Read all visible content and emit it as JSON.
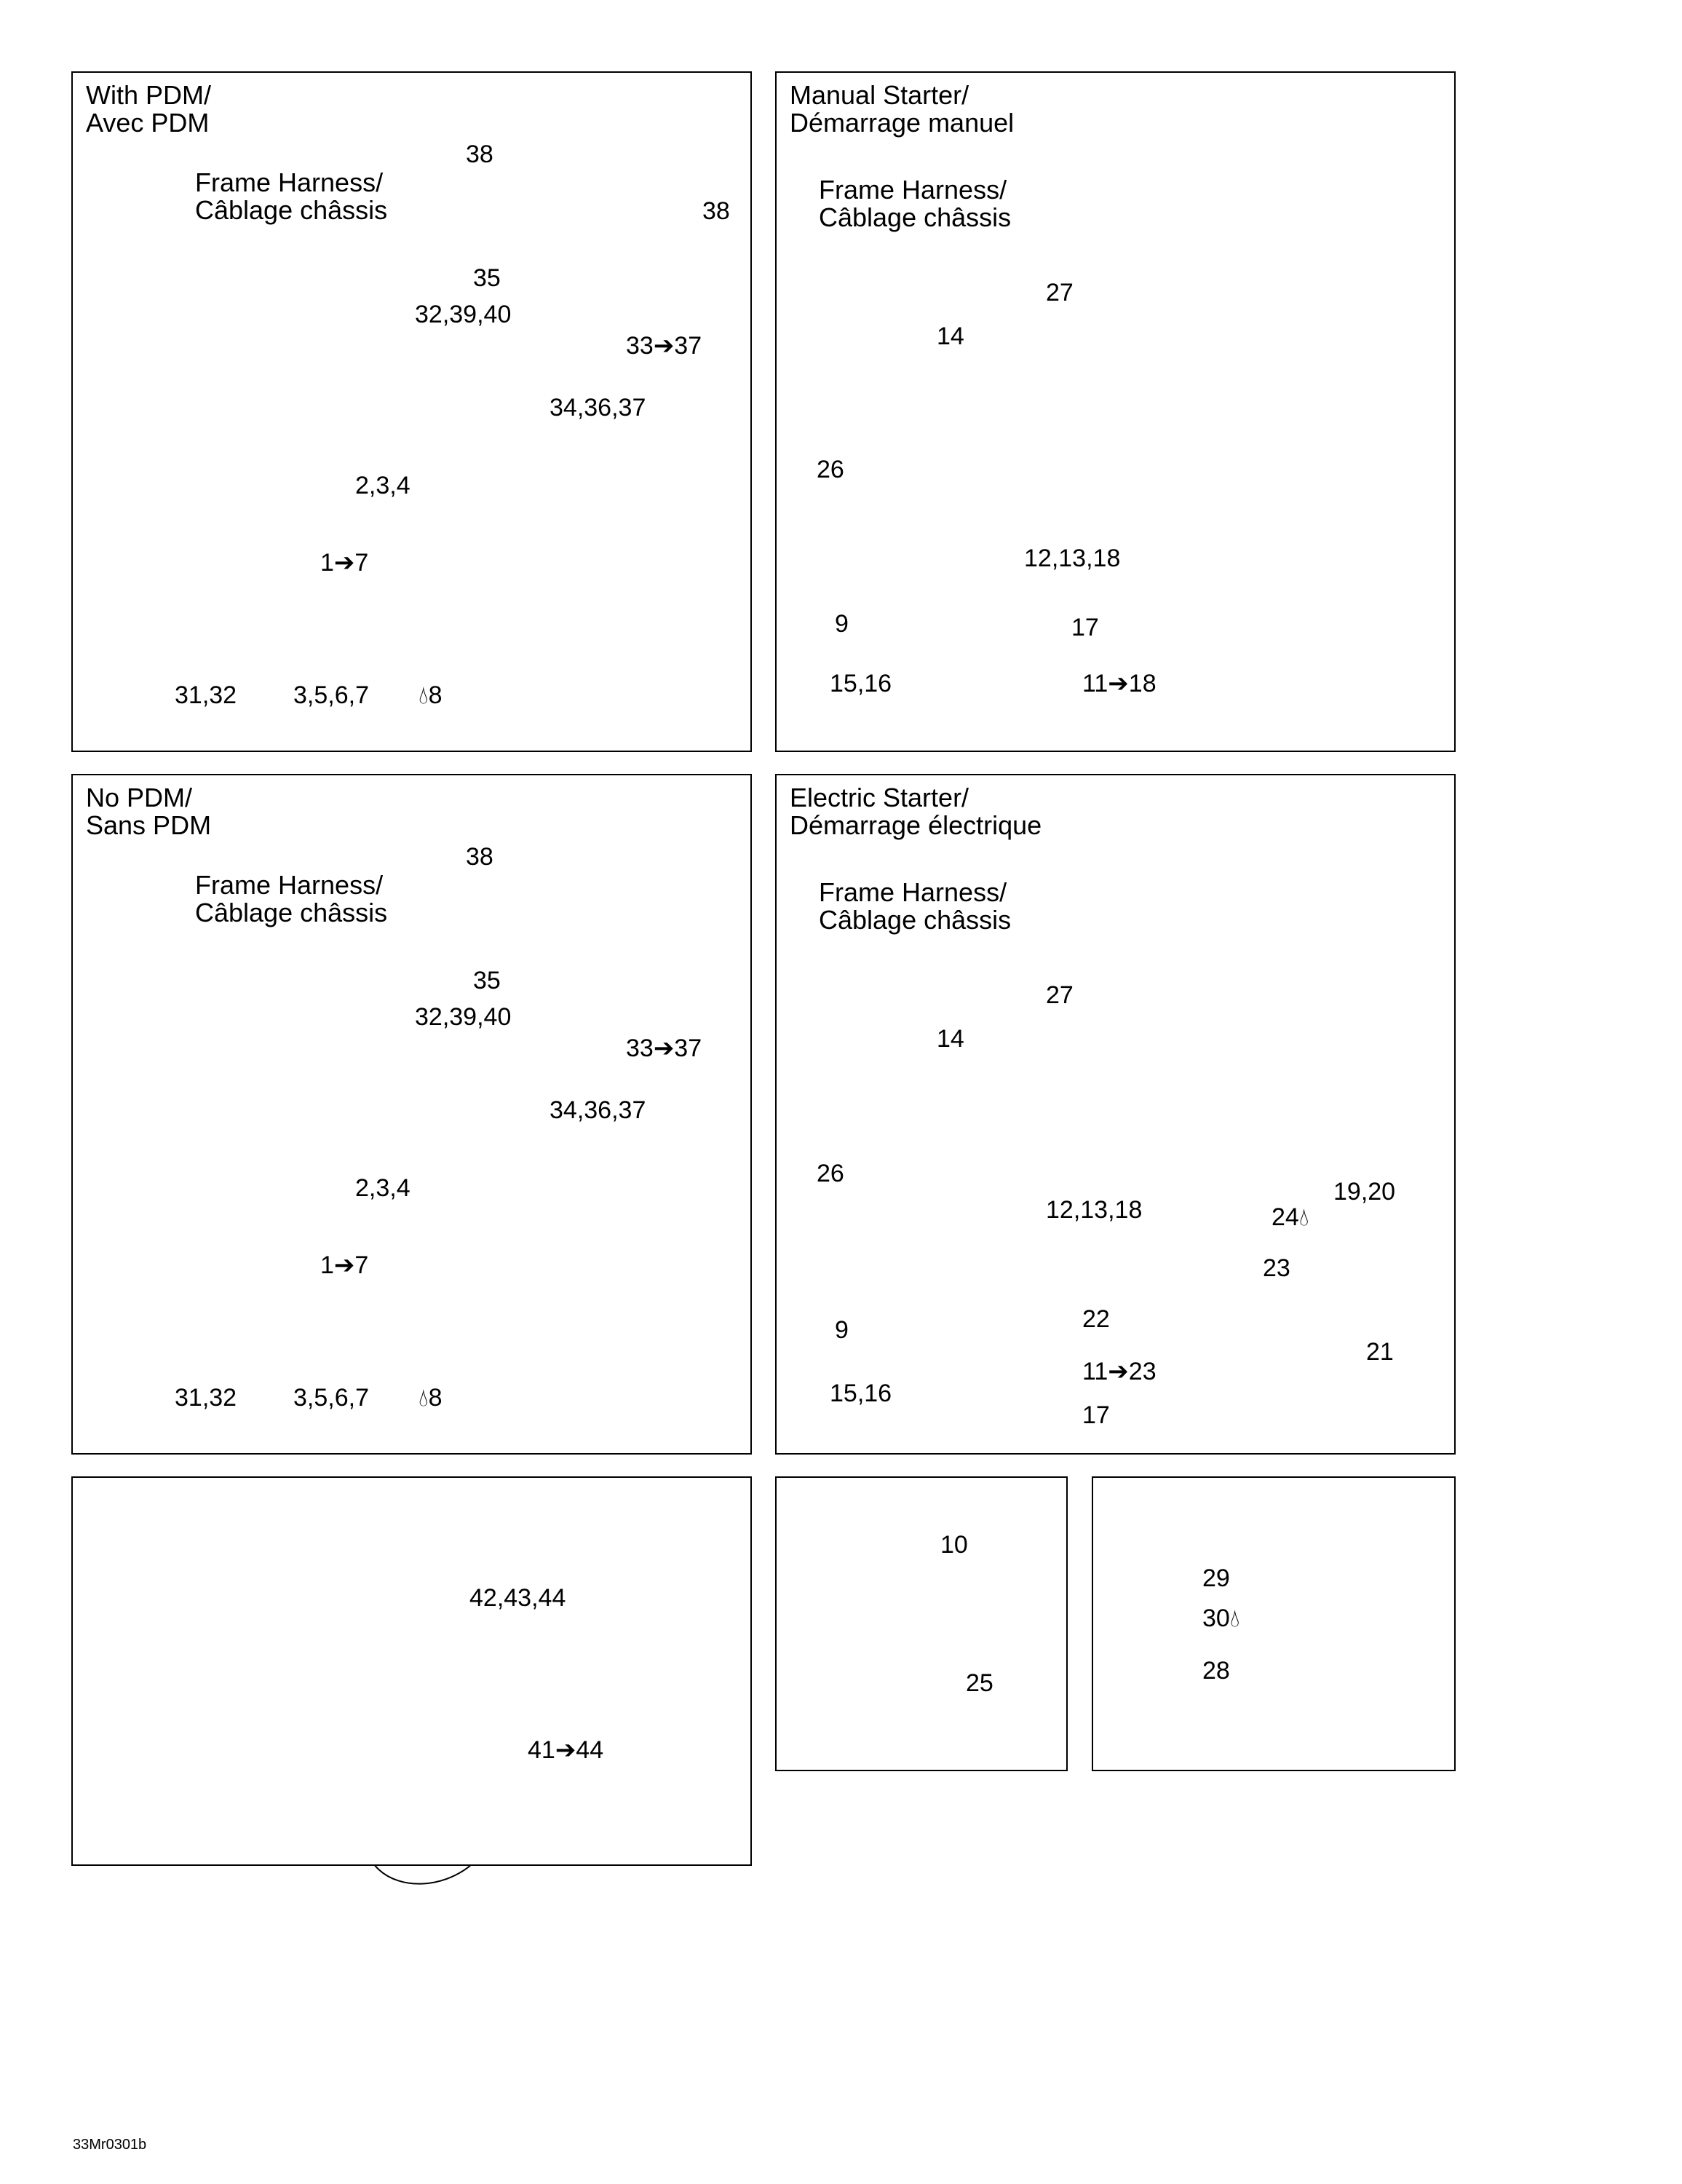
{
  "panels": {
    "with_pdm": {
      "title_line1": "With PDM/",
      "title_line2": "Avec PDM",
      "harness_line1": "Frame Harness/",
      "harness_line2": "Câblage châssis",
      "labels": [
        "38",
        "38",
        "35",
        "32,39,40",
        "33➔37",
        "34,36,37",
        "2,3,4",
        "1➔7",
        "31,32",
        "3,5,6,7",
        "8"
      ]
    },
    "no_pdm": {
      "title_line1": "No PDM/",
      "title_line2": "Sans PDM",
      "harness_line1": "Frame Harness/",
      "harness_line2": "Câblage châssis",
      "labels": [
        "38",
        "35",
        "32,39,40",
        "33➔37",
        "34,36,37",
        "2,3,4",
        "1➔7",
        "31,32",
        "3,5,6,7",
        "8"
      ]
    },
    "manual_starter": {
      "title_line1": "Manual Starter/",
      "title_line2": "Démarrage manuel",
      "harness_line1": "Frame Harness/",
      "harness_line2": "Câblage châssis",
      "labels": [
        "27",
        "14",
        "26",
        "12,13,18",
        "9",
        "17",
        "15,16",
        "11➔18"
      ]
    },
    "electric_starter": {
      "title_line1": "Electric Starter/",
      "title_line2": "Démarrage électrique",
      "harness_line1": "Frame Harness/",
      "harness_line2": "Câblage châssis",
      "labels": [
        "27",
        "14",
        "26",
        "12,13,18",
        "19,20",
        "24",
        "23",
        "21",
        "9",
        "22",
        "11➔23",
        "15,16",
        "17"
      ]
    },
    "sensor": {
      "labels": [
        "42,43,44",
        "41➔44"
      ]
    },
    "fasteners": {
      "labels": [
        "10",
        "25"
      ]
    },
    "plug": {
      "labels": [
        "29",
        "30",
        "28"
      ]
    }
  },
  "diagram_code": "33Mr0301b"
}
